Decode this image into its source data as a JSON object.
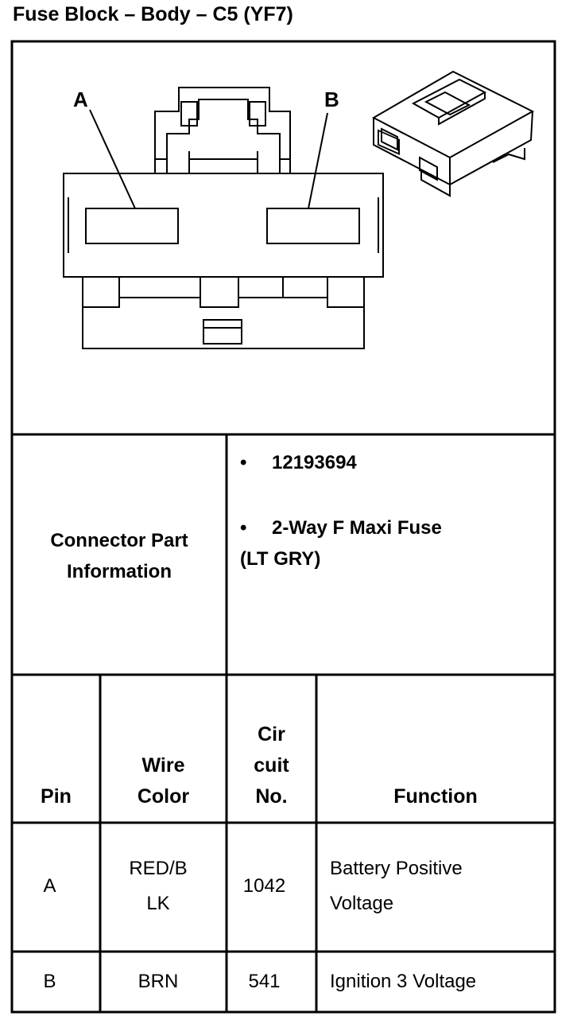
{
  "title": "Fuse Block – Body – C5 (YF7)",
  "diagram": {
    "label_a": "A",
    "label_b": "B"
  },
  "connector_info": {
    "label_line1": "Connector Part",
    "label_line2": "Information",
    "part_number": "12193694",
    "description_line1": "2-Way F Maxi Fuse",
    "description_line2": "(LT GRY)"
  },
  "table": {
    "headers": {
      "pin": "Pin",
      "wire_color_1": "Wire",
      "wire_color_2": "Color",
      "circuit_1": "Cir",
      "circuit_2": "cuit",
      "circuit_3": "No.",
      "function": "Function"
    },
    "rows": [
      {
        "pin": "A",
        "wire_color_1": "RED/B",
        "wire_color_2": "LK",
        "circuit": "1042",
        "function_1": "Battery Positive",
        "function_2": "Voltage"
      },
      {
        "pin": "B",
        "wire_color_1": "BRN",
        "wire_color_2": "",
        "circuit": "541",
        "function_1": "Ignition 3 Voltage",
        "function_2": ""
      }
    ]
  }
}
